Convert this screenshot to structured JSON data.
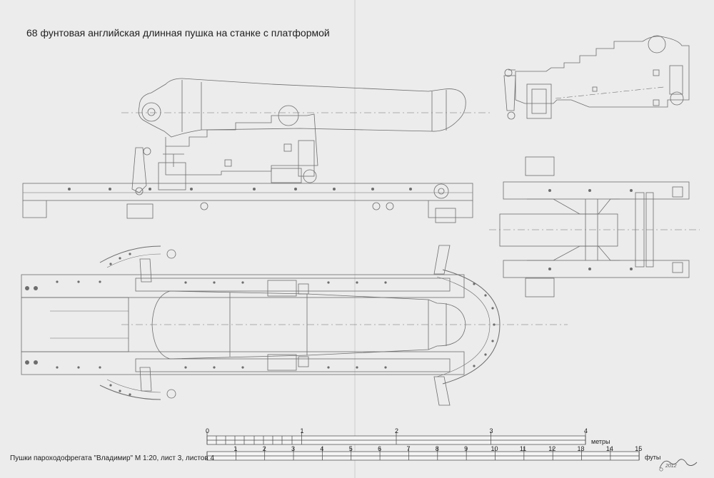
{
  "title": "68 фунтовая английская длинная пушка на станке с платформой",
  "footer_caption": "Пушки пароходофрегата \"Владимир\" М 1:20, лист 3, листов 4",
  "signature_year": "2012",
  "scale_bar": {
    "meters_unit": "метры",
    "feet_unit": "футы",
    "meter_ticks": [
      "0",
      "1",
      "2",
      "3",
      "4"
    ],
    "feet_ticks": [
      "1",
      "2",
      "3",
      "4",
      "5",
      "6",
      "7",
      "8",
      "9",
      "10",
      "11",
      "12",
      "13",
      "14",
      "15"
    ]
  },
  "colors": {
    "line": "#6d6d6d",
    "accent_line": "#9a7fae",
    "paper": "#ececec",
    "text": "#1e1e1e"
  }
}
